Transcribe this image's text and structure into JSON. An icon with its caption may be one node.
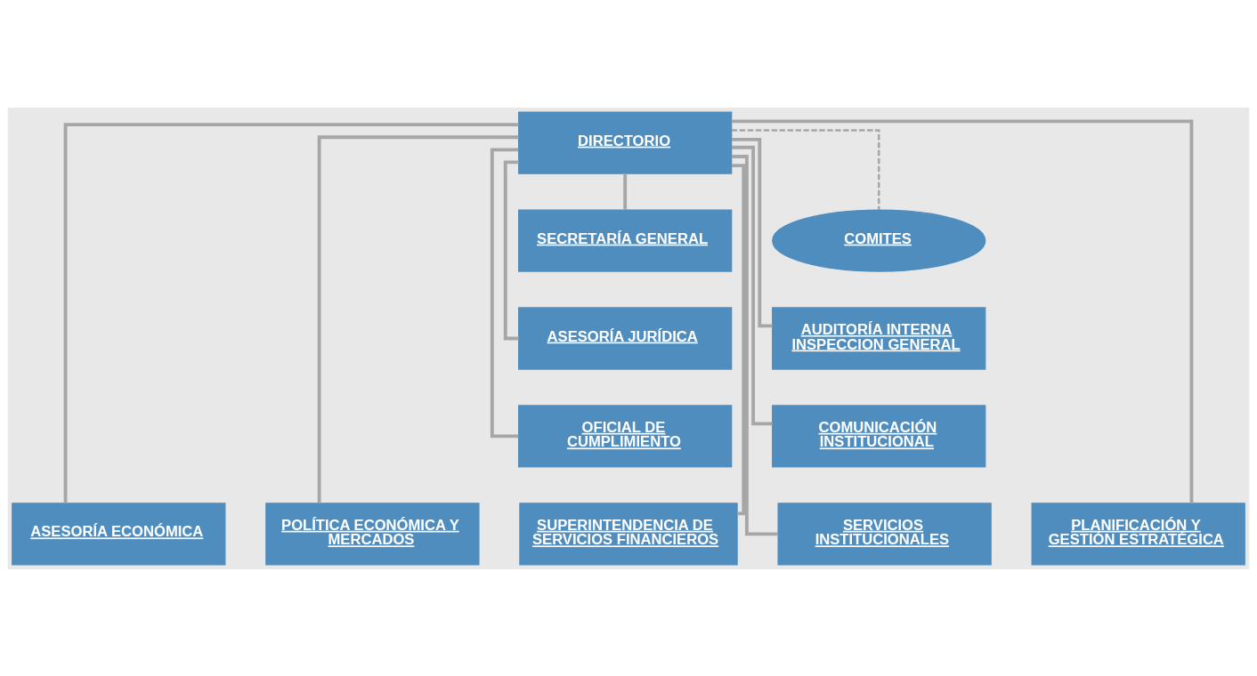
{
  "diagram": {
    "nodes": [
      {
        "text": [
          "DIRECTORIO"
        ]
      },
      {
        "text": [
          "SECRETARÍA GENERAL"
        ]
      },
      {
        "text": [
          "COMITES"
        ]
      },
      {
        "text": [
          "AUDITORÍA INTERNA INSPECCION GENERAL"
        ]
      },
      {
        "text": [
          "ASESORÍA JURÍDICA"
        ]
      },
      {
        "text": [
          "COMUNICACIÓN INSTITUCIONAL"
        ]
      },
      {
        "text": [
          "OFICIAL DE CUMPLIMIENTO"
        ]
      },
      {
        "text": [
          "ASESORÍA ECONÓMICA"
        ]
      },
      {
        "text": [
          "POLÍTICA ECONÓMICA Y MERCADOS"
        ]
      },
      {
        "text": [
          "SUPERINTENDENCIA DE SERVICIOS FINANCIEROS"
        ]
      },
      {
        "text": [
          "SERVICIOS INSTITUCIONALES"
        ]
      },
      {
        "text": [
          "PLANIFICACIÓN Y GESTIÓN ESTRATÉGICA"
        ]
      }
    ],
    "edges": [
      {
        "from": 0,
        "to": 1,
        "arrow": "none"
      },
      {
        "from": 0,
        "to": 2,
        "arrow": "none",
        "style": "dashed"
      },
      {
        "from": 0,
        "to": 3,
        "arrow": "none"
      },
      {
        "from": 0,
        "to": 4,
        "arrow": "none"
      },
      {
        "from": 0,
        "to": 5,
        "arrow": "none"
      },
      {
        "from": 0,
        "to": 6,
        "arrow": "none"
      },
      {
        "from": 0,
        "to": 7,
        "arrow": "none"
      },
      {
        "from": 0,
        "to": 8,
        "arrow": "none"
      },
      {
        "from": 0,
        "to": 9,
        "arrow": "none"
      },
      {
        "from": 0,
        "to": 10,
        "arrow": "none"
      },
      {
        "from": 0,
        "to": 11,
        "arrow": "none"
      }
    ]
  }
}
